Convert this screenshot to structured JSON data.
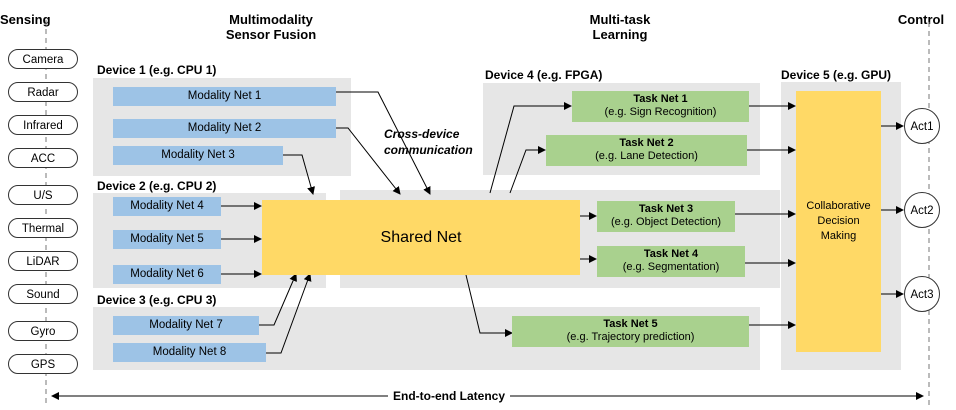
{
  "headers": {
    "sensing": "Sensing",
    "fusion": [
      "Multimodality",
      "Sensor Fusion"
    ],
    "mtl": [
      "Multi-task",
      "Learning"
    ],
    "control": "Control"
  },
  "sensors": [
    "Camera",
    "Radar",
    "Infrared",
    "ACC",
    "U/S",
    "Thermal",
    "LiDAR",
    "Sound",
    "Gyro",
    "GPS"
  ],
  "devices": {
    "d1": "Device 1 (e.g. CPU 1)",
    "d2": "Device 2 (e.g. CPU 2)",
    "d3": "Device 3 (e.g. CPU 3)",
    "d4": "Device 4 (e.g. FPGA)",
    "d5": "Device 5 (e.g. GPU)"
  },
  "modality_nets": [
    "Modality Net 1",
    "Modality Net 2",
    "Modality Net 3",
    "Modality Net 4",
    "Modality Net 5",
    "Modality Net 6",
    "Modality Net 7",
    "Modality Net 8"
  ],
  "shared_net": "Shared Net",
  "cross_device": [
    "Cross-device",
    "communication"
  ],
  "tasks": [
    {
      "name": "Task Net 1",
      "desc": "(e.g. Sign Recognition)"
    },
    {
      "name": "Task Net 2",
      "desc": "(e.g. Lane Detection)"
    },
    {
      "name": "Task Net 3",
      "desc": "(e.g. Object Detection)"
    },
    {
      "name": "Task Net 4",
      "desc": "(e.g. Segmentation)"
    },
    {
      "name": "Task Net 5",
      "desc": "(e.g. Trajectory prediction)"
    }
  ],
  "collab": [
    "Collaborative",
    "Decision",
    "Making"
  ],
  "acts": [
    "Act1",
    "Act2",
    "Act3"
  ],
  "latency": "End-to-end Latency",
  "colors": {
    "modality": "#9dc3e6",
    "task": "#a9d18e",
    "shared": "#ffd966",
    "region": "#e6e6e6"
  }
}
